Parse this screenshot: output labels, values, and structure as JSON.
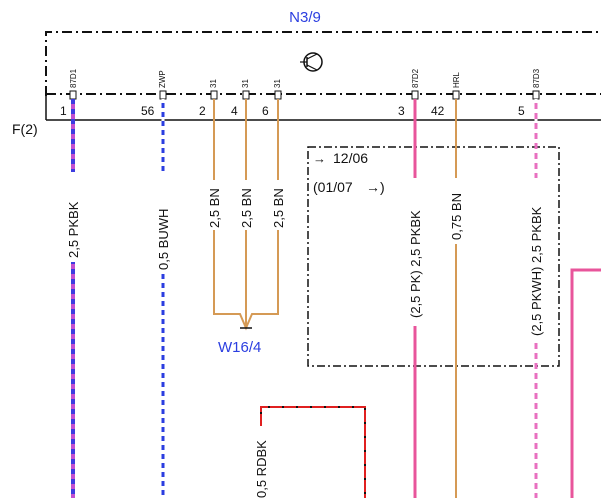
{
  "module": {
    "name": "N3/9"
  },
  "connector": {
    "name": "F(2)"
  },
  "splice": {
    "name": "W16/4"
  },
  "version_box": {
    "line1": "12/06",
    "line2": "(01/07",
    "arrow": "→",
    "arrow2": "→)"
  },
  "pins": [
    {
      "num": "1",
      "signal": "87D1",
      "wire": "2,5 PKBK",
      "color": "#c24fd0",
      "color2": "#3d3ce0"
    },
    {
      "num": "56",
      "signal": "ZWP",
      "wire": "0,5 BUWH",
      "color": "#2b3ee0",
      "color2": "#ffffff"
    },
    {
      "num": "2",
      "signal": "31",
      "wire": "2,5 BN",
      "color": "#d59a55",
      "color2": ""
    },
    {
      "num": "4",
      "signal": "31",
      "wire": "2,5 BN",
      "color": "#d59a55",
      "color2": ""
    },
    {
      "num": "6",
      "signal": "31",
      "wire": "2,5 BN",
      "color": "#d59a55",
      "color2": ""
    },
    {
      "num": "3",
      "signal": "87D2",
      "wire": "(2,5 PK) 2,5 PKBK",
      "color": "#e8559b",
      "color2": ""
    },
    {
      "num": "42",
      "signal": "HRL",
      "wire": "0,75 BN",
      "color": "#d59a55",
      "color2": ""
    },
    {
      "num": "5",
      "signal": "87D3",
      "wire": "(2,5 PKWH) 2,5 PKBK",
      "color": "#e870c0",
      "color2": "#ffffff"
    }
  ],
  "other_wires": [
    {
      "wire": "0,5 RDBK",
      "color": "#e02020"
    }
  ]
}
